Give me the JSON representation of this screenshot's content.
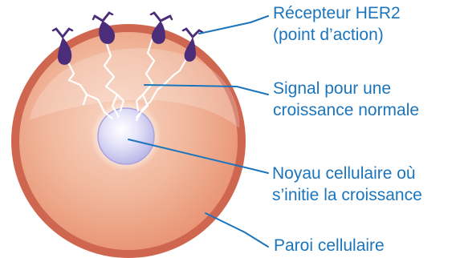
{
  "labels": {
    "receptor": {
      "line1": "Récepteur HER2",
      "line2": "(point d’action)"
    },
    "signal": {
      "line1": "Signal pour une",
      "line2": "croissance normale"
    },
    "nucleus": {
      "line1": "Noyau cellulaire où",
      "line2": "s’initie la croissance"
    },
    "wall": {
      "line1": "Paroi cellulaire"
    }
  },
  "colors": {
    "label_text": "#1b75bc",
    "leader_line": "#1b75bc",
    "cell_wall": "#cf6650",
    "cytoplasm": "#eda184",
    "nucleus": "#c9c6ef",
    "receptor": "#4b2d7a"
  }
}
